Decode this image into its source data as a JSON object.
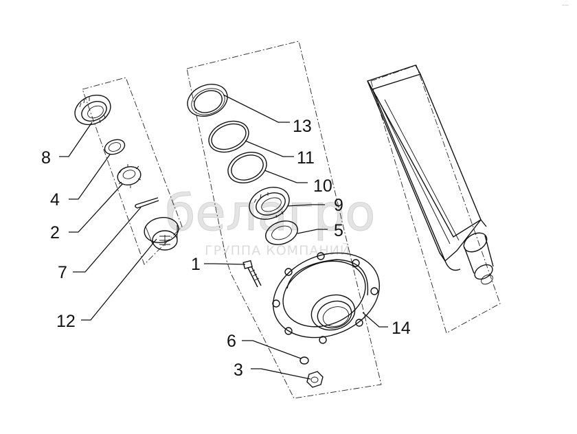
{
  "watermark": {
    "brand": "белагро",
    "subtitle": "ГРУППА КОМПАНИЙ"
  },
  "callouts": [
    {
      "id": "1",
      "label": "1"
    },
    {
      "id": "2",
      "label": "2"
    },
    {
      "id": "3",
      "label": "3"
    },
    {
      "id": "4",
      "label": "4"
    },
    {
      "id": "5",
      "label": "5"
    },
    {
      "id": "6",
      "label": "6"
    },
    {
      "id": "7",
      "label": "7"
    },
    {
      "id": "8",
      "label": "8"
    },
    {
      "id": "9",
      "label": "9"
    },
    {
      "id": "10",
      "label": "10"
    },
    {
      "id": "11",
      "label": "11"
    },
    {
      "id": "12",
      "label": "12"
    },
    {
      "id": "13",
      "label": "13"
    },
    {
      "id": "14",
      "label": "14"
    }
  ],
  "corner_mark": "⌢—"
}
